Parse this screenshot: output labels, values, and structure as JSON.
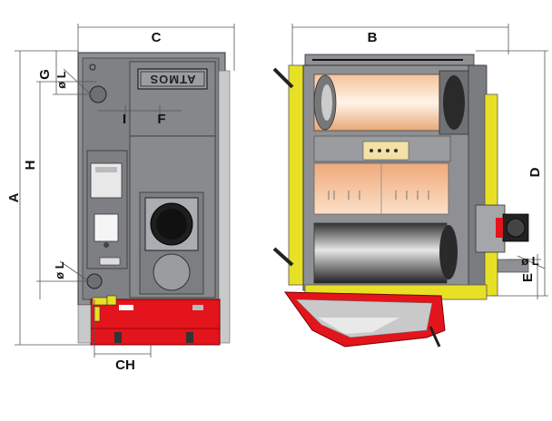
{
  "brand_plate": "ATMOS",
  "labels": {
    "A": "A",
    "H": "H",
    "G": "G",
    "C": "C",
    "I": "I",
    "F": "F",
    "CH": "CH",
    "B": "B",
    "D": "D",
    "E": "E",
    "diam_top": "ø L",
    "diam_bottom": "ø L",
    "diam_right": "ø L"
  },
  "colors": {
    "body_gray": "#8e9093",
    "panel_gray": "#7b7d80",
    "base_red": "#e3141b",
    "casing_yellow": "#e8e024",
    "ceramic": "#f3b58a",
    "dark": "#222222"
  }
}
